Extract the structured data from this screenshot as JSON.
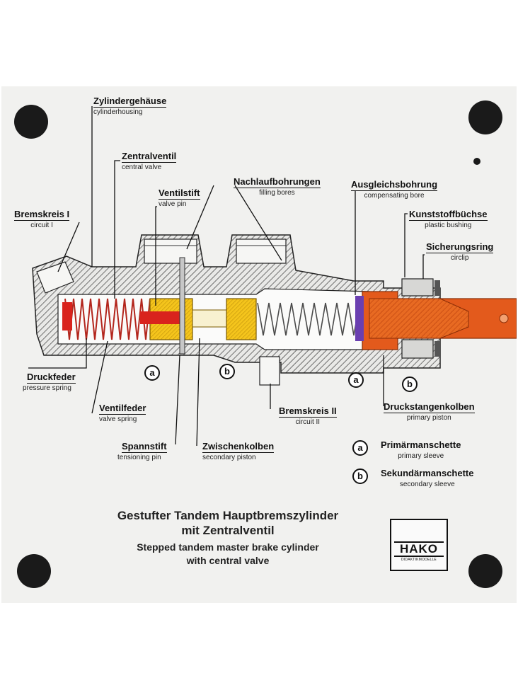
{
  "labels": {
    "cylinderhousing": {
      "de": "Zylindergehäuse",
      "en": "cylinderhousing"
    },
    "central_valve": {
      "de": "Zentralventil",
      "en": "central valve"
    },
    "valve_pin": {
      "de": "Ventilstift",
      "en": "valve pin"
    },
    "filling_bores": {
      "de": "Nachlaufbohrungen",
      "en": "filling bores"
    },
    "compensating_bore": {
      "de": "Ausgleichsbohrung",
      "en": "compensating bore"
    },
    "plastic_bushing": {
      "de": "Kunststoffbüchse",
      "en": "plastic bushing"
    },
    "circlip": {
      "de": "Sicherungsring",
      "en": "circlip"
    },
    "circuit1": {
      "de": "Bremskreis I",
      "en": "circuit I"
    },
    "pressure_spring": {
      "de": "Druckfeder",
      "en": "pressure spring"
    },
    "valve_spring": {
      "de": "Ventilfeder",
      "en": "valve spring"
    },
    "tensioning_pin": {
      "de": "Spannstift",
      "en": "tensioning pin"
    },
    "secondary_piston": {
      "de": "Zwischenkolben",
      "en": "secondary piston"
    },
    "circuit2": {
      "de": "Bremskreis II",
      "en": "circuit II"
    },
    "primary_piston": {
      "de": "Druckstangenkolben",
      "en": "primary piston"
    }
  },
  "markers": {
    "a": "a",
    "b": "b"
  },
  "legend": {
    "a": {
      "letter": "a",
      "de": "Primärmanschette",
      "en": "primary sleeve"
    },
    "b": {
      "letter": "b",
      "de": "Sekundärmanschette",
      "en": "secondary sleeve"
    }
  },
  "title": {
    "de_line1": "Gestufter Tandem Hauptbremszylinder",
    "de_line2": "mit Zentralventil",
    "en_line1": "Stepped tandem master brake cylinder",
    "en_line2": "with central valve"
  },
  "logo": {
    "main": "HAKO",
    "sub": "DIDAKTIKMODELLE"
  },
  "colors": {
    "board": "#f1f1ef",
    "housing_hatch": "#5b5b5b",
    "piston_orange": "#e35a1c",
    "central_valve_yellow": "#f2c21a",
    "spring_red": "#d9231d",
    "sleeve_purple": "#6a3fb0",
    "mount_hole": "#1a1a1a"
  }
}
